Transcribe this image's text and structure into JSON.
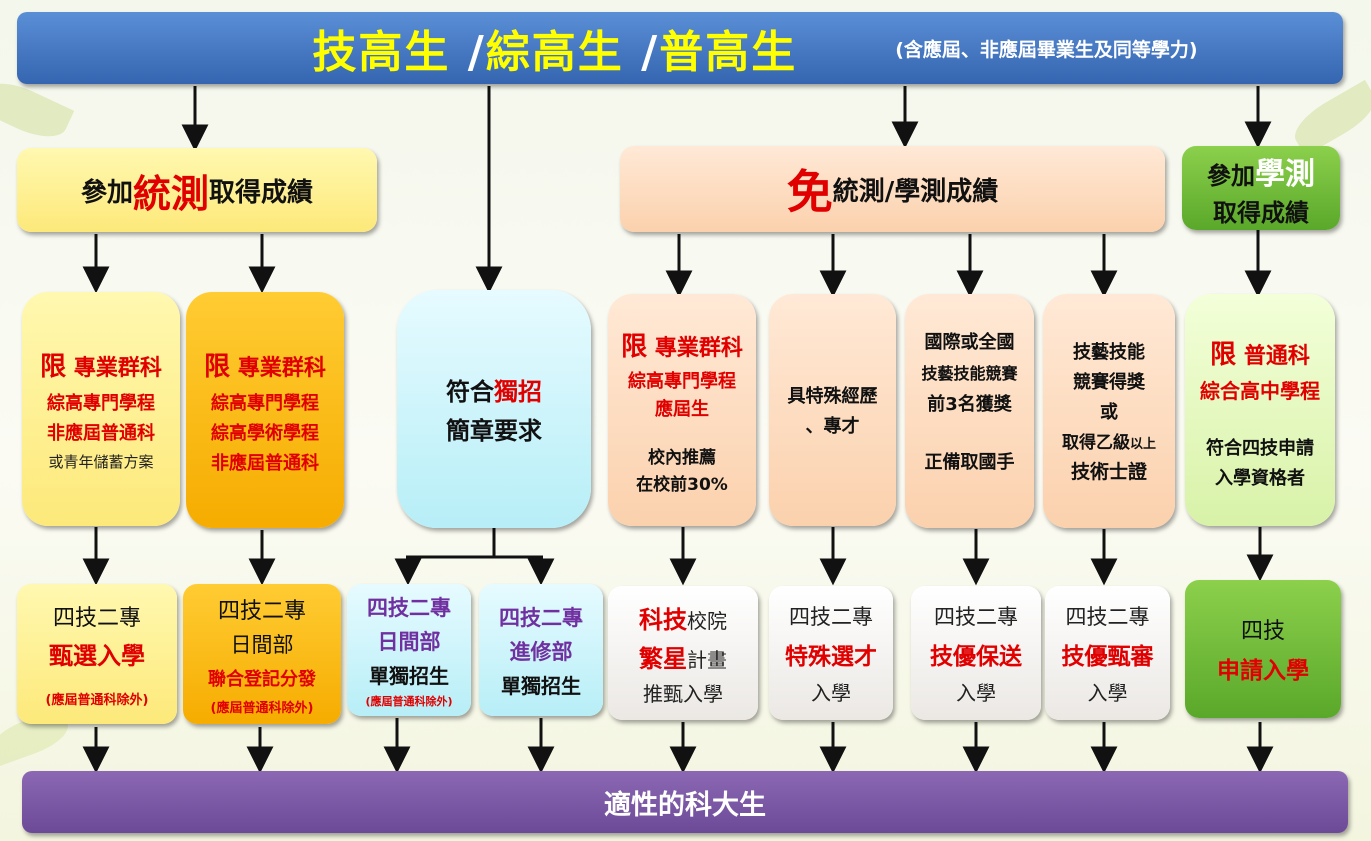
{
  "header": {
    "title_parts": [
      "技高生",
      " /",
      "綜高生",
      " /",
      "普高生"
    ],
    "subtitle": "(含應屆、非應屆畢業生及同等學力)"
  },
  "categories": {
    "exam": {
      "prefix": "參加",
      "highlight": "統測",
      "suffix": "取得成績"
    },
    "exempt": {
      "highlight": "免",
      "suffix": "統測/學測成績"
    },
    "gsat": {
      "line1_prefix": "參加",
      "line1_highlight": "學測",
      "line2": "取得成績"
    }
  },
  "criteria": {
    "c1": {
      "lead": "限",
      "lead_rest": " 專業群科",
      "l2": "綜高專門學程",
      "l3": "非應屆普通科",
      "l4": "或青年儲蓄方案"
    },
    "c2": {
      "lead": "限",
      "lead_rest": " 專業群科",
      "l2": "綜高專門學程",
      "l3": "綜高學術學程",
      "l4": "非應屆普通科"
    },
    "c3": {
      "prefix": "符合",
      "highlight": "獨招",
      "l2": "簡章要求"
    },
    "c4": {
      "lead": "限",
      "lead_rest": " 專業群科",
      "l2": "綜高專門學程",
      "l3": "應屆生",
      "l4": "校內推薦",
      "l5": "在校前30%"
    },
    "c5": {
      "l1": "具特殊經歷",
      "l2": "、專才"
    },
    "c6": {
      "l1": "國際或全國",
      "l2": "技藝技能競賽",
      "l3": "前3名獲獎",
      "l4": "正備取國手"
    },
    "c7": {
      "l1": "技藝技能",
      "l2": "競賽得獎",
      "l3": "或",
      "l4a": "取得乙級",
      "l4b": "以上",
      "l5": "技術士證"
    },
    "c8": {
      "lead": "限",
      "lead_rest": "  普通科",
      "l2": "綜合高中學程",
      "l3": "符合四技申請",
      "l4": "入學資格者"
    }
  },
  "channels": {
    "p1": {
      "l1": "四技二專",
      "l2": "甄選入學",
      "note": "(應屆普通科除外)"
    },
    "p2": {
      "l1": "四技二專",
      "l2": "日間部",
      "l3": "聯合登記分發",
      "note": "(應屆普通科除外)"
    },
    "p3": {
      "l1": "四技二專",
      "l2": "日間部",
      "l3": "單獨招生",
      "note": "(應屆普通科除外)"
    },
    "p4": {
      "l1": "四技二專",
      "l2": "進修部",
      "l3": "單獨招生"
    },
    "p5": {
      "l1a": "科技",
      "l1b": "校院",
      "l2a": "繁星",
      "l2b": "計畫",
      "l3": "推甄入學"
    },
    "p6": {
      "l1": "四技二專",
      "l2": "特殊選才",
      "l3": "入學"
    },
    "p7": {
      "l1": "四技二專",
      "l2": "技優保送",
      "l3": "入學"
    },
    "p8": {
      "l1": "四技二專",
      "l2": "技優甄審",
      "l3": "入學"
    },
    "p9": {
      "l1": "四技",
      "l2": "申請入學"
    }
  },
  "footer": {
    "label": "適性的科大生"
  },
  "colors": {
    "accent_red": "#e00000",
    "title_yellow": "#ffff00",
    "purple_text": "#7030a0",
    "top_bar": "#3f73bd",
    "bottom_bar": "#7654a3"
  }
}
